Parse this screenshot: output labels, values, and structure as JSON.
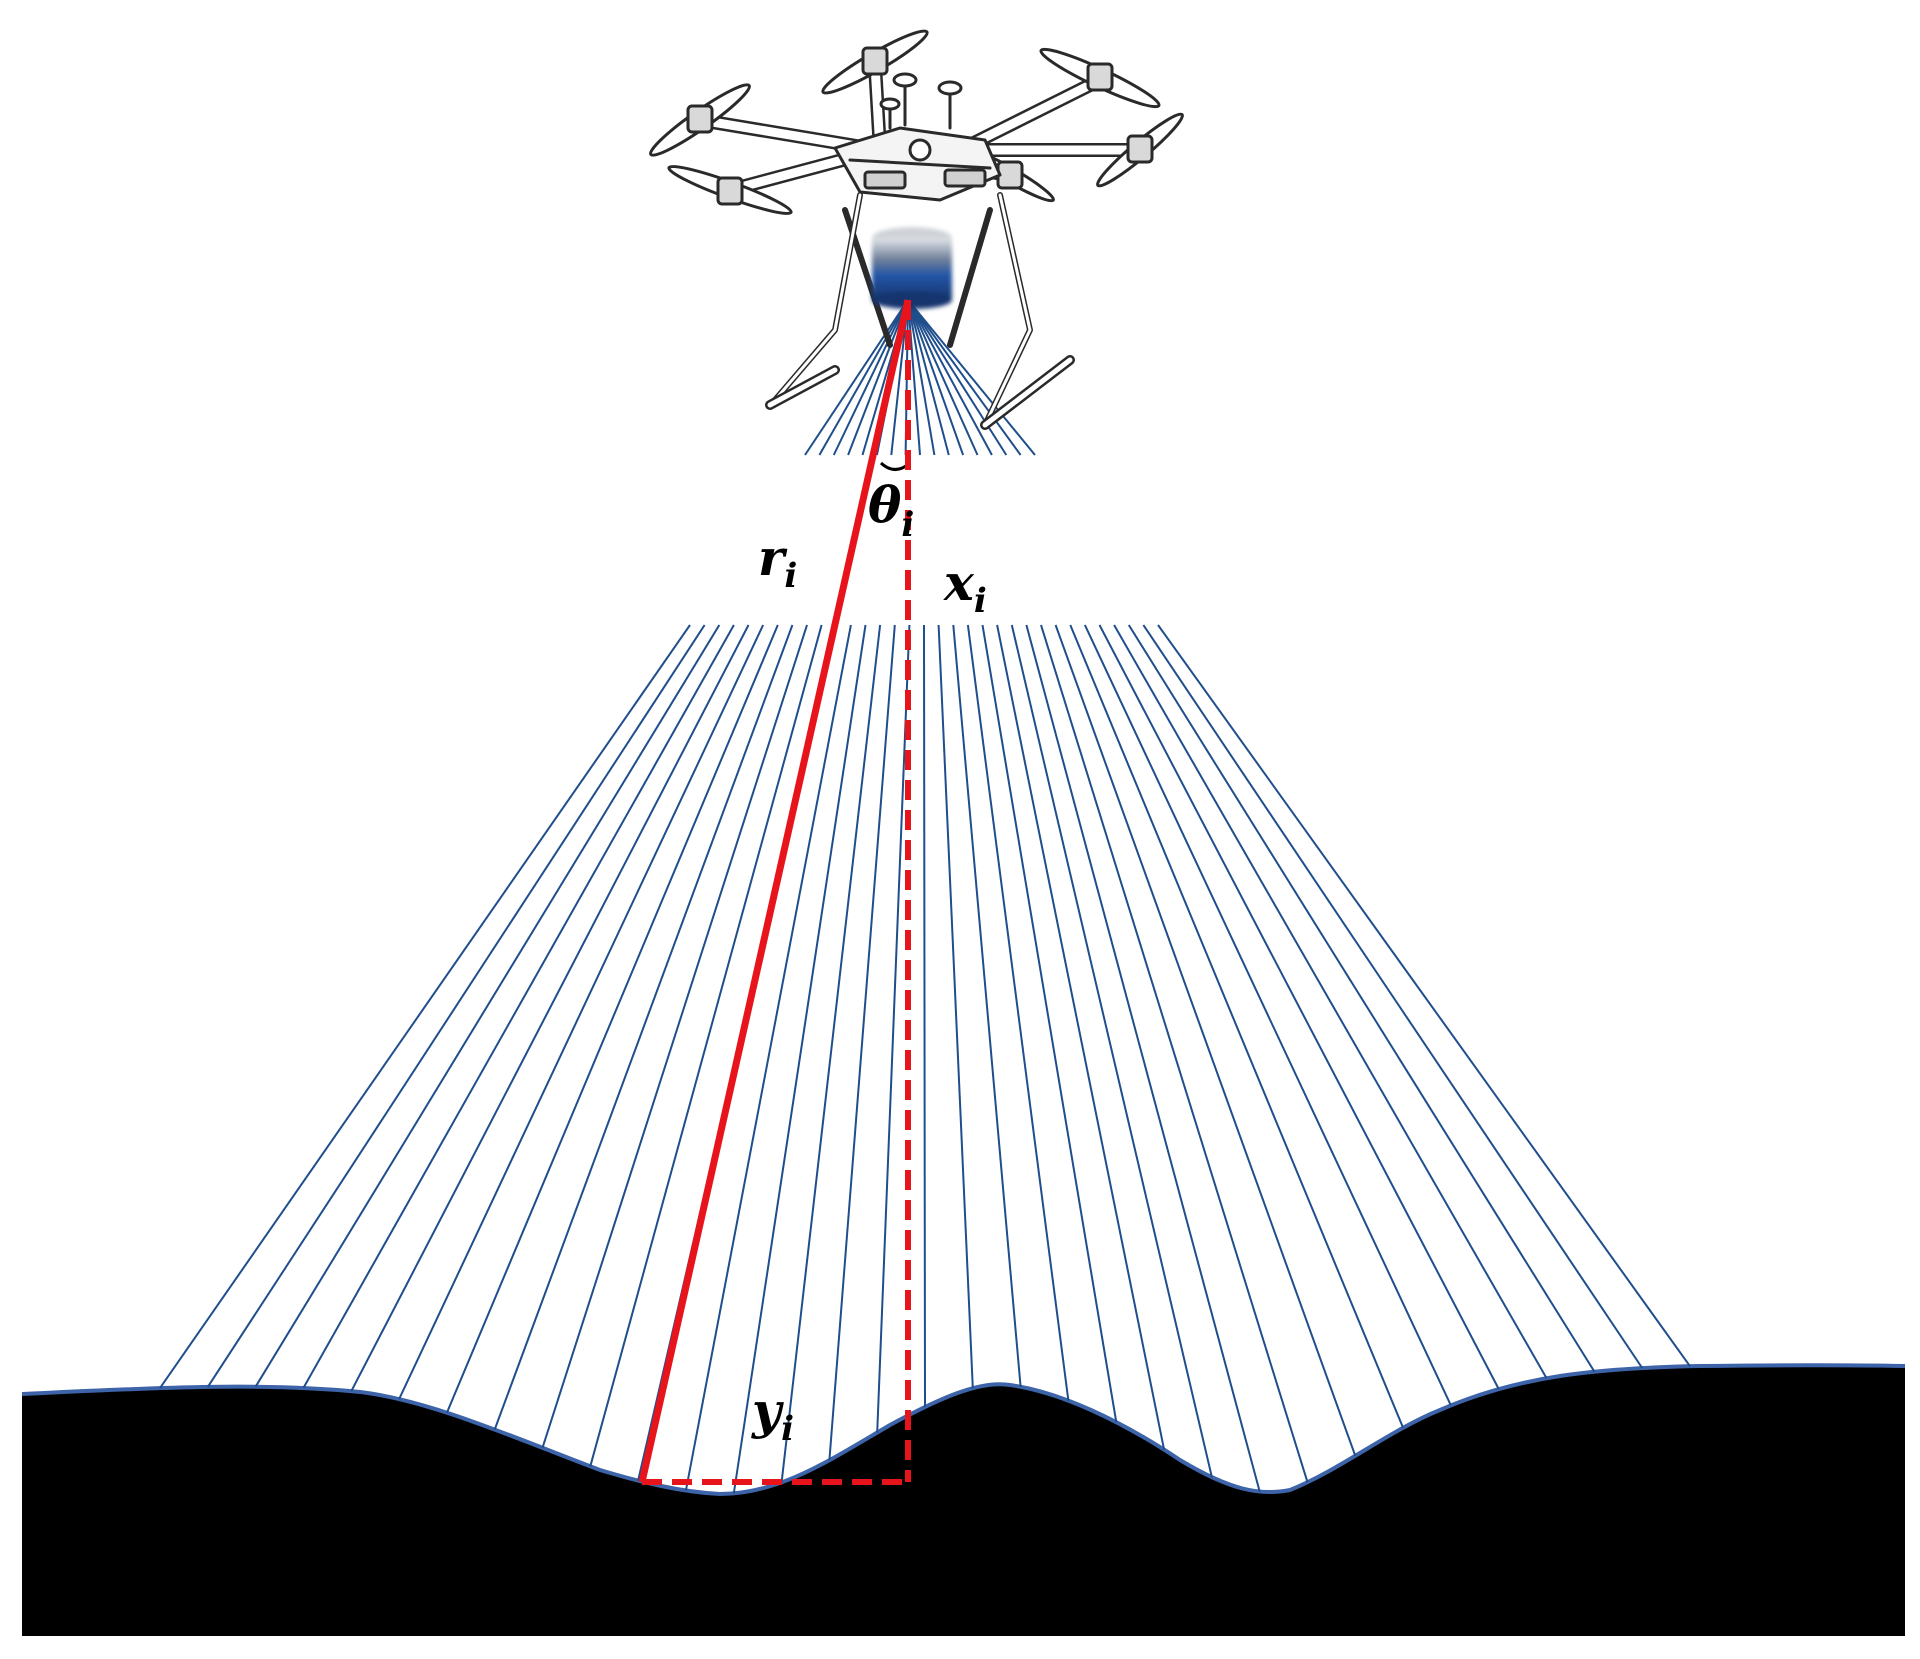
{
  "diagram": {
    "labels": {
      "range": {
        "base": "r",
        "sub": "i"
      },
      "angle": {
        "base": "θ",
        "sub": "i"
      },
      "vertical": {
        "base": "x",
        "sub": "i"
      },
      "horizontal": {
        "base": "y",
        "sub": "i"
      }
    },
    "colors": {
      "beam": "#1f4e8c",
      "highlight_ray": "#e8141c",
      "terrain_fill": "#000000",
      "terrain_edge": "#3d63a8",
      "drone_line": "#2a2a2a",
      "sensor_top": "#cfd3d8",
      "sensor_body": "#2456a8"
    },
    "icons": {
      "uav": "hexacopter-drone-icon",
      "sensor": "lidar-scanner-icon"
    }
  }
}
